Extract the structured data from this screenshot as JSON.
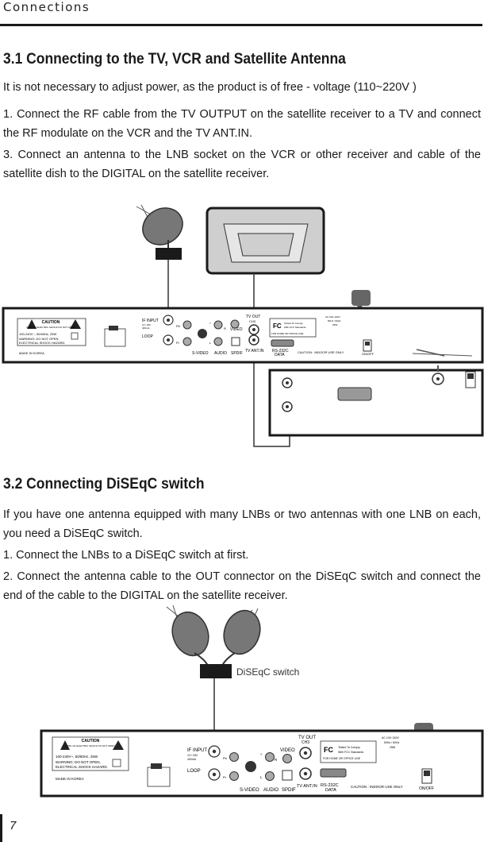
{
  "header": {
    "title": "Connections"
  },
  "section1": {
    "heading": "3.1 Connecting to the TV, VCR and Satellite Antenna",
    "paragraphs": [
      "It is not necessary to adjust power, as the product is of free - voltage (110~220V )",
      "1. Connect the RF cable from the TV OUTPUT on the satellite receiver to a TV and connect the RF modulate on the VCR and the TV ANT.IN.",
      "3. Connect an antenna to the LNB socket on the VCR or other receiver and cable of the satellite dish to the DIGITAL on the satellite receiver."
    ]
  },
  "section2": {
    "heading": "3.2 Connecting DiSEqC switch",
    "paragraphs": [
      "If you have one antenna equipped with many LNBs or two antennas with one LNB on each, you need a DiSEqC switch.",
      "1. Connect the LNBs to a DiSEqC switch at first.",
      "2. Connect the antenna cable to the OUT connector on the DiSEqC switch and connect the end of the cable to the DIGITAL on the satellite receiver."
    ],
    "diseqc_label": "DiSEqC switch"
  },
  "receiver_panel": {
    "caution": "CAUTION",
    "caution_sub": "RISK OF ELECTRIC SHOCK DO NOT OPEN",
    "rating": "100-240V~, 50/60Hz, 25W",
    "warning_line1": "WARNING: DO NOT OPEN,",
    "warning_line2": "ELECTRICAL SHOCK HAZARD.",
    "made_in": "MADE IN KOREA",
    "if_input": "IF INPUT",
    "if_input_sub1": "13 / 18V",
    "if_input_sub2": "400mA",
    "loop": "LOOP",
    "pb": "Pb",
    "pr": "Pr",
    "y": "Y",
    "r": "R",
    "l": "L",
    "video": "VIDEO",
    "svideo": "S-VIDEO",
    "audio": "AUDIO",
    "spdif": "SPDIF",
    "tv_out": "TV OUT",
    "ch": "CH3",
    "tv_ant_in": "TV ANT.IN",
    "rs232c": "RS-232C",
    "data": "DATA",
    "fcc": "FC",
    "fcc_text1": "Tested To Comply",
    "fcc_text2": "With FCC Standards",
    "fcc_text3": "FOR HOME OR OFFICE USE",
    "ac1": "AC 100~240V",
    "ac2": "50Hz / 60Hz",
    "ac3": "25W",
    "caution_indoor": "CAUTION : INDOOR USE ONLY",
    "on_off": "ON/OFF"
  },
  "page": {
    "number": "7"
  }
}
